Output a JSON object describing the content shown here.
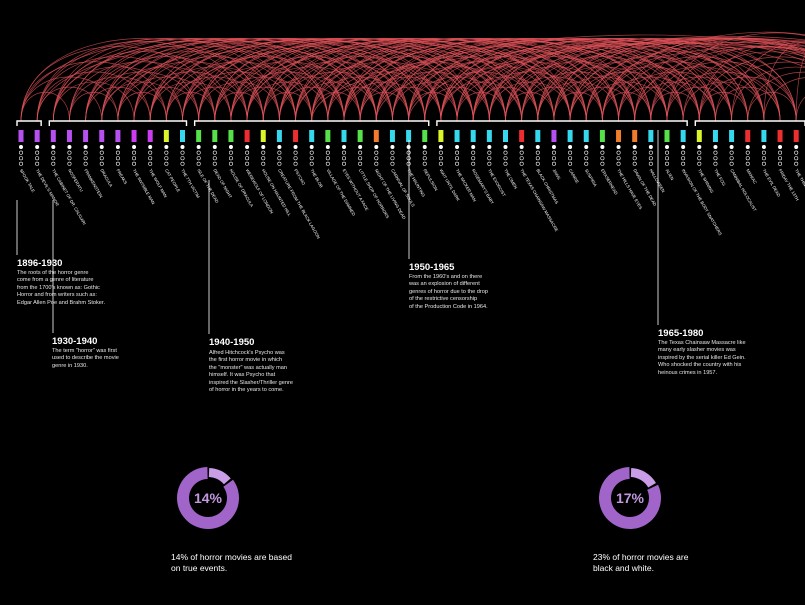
{
  "colors": {
    "background": "#000000",
    "arc": "#e0535a",
    "bracket": "#ffffff",
    "donut_main": "#a164c8",
    "donut_slice": "#c99ee6",
    "donut_text": "#c299e0"
  },
  "palette": [
    "#b84ff0",
    "#ffffff",
    "#dcf528",
    "#36d8ee",
    "#56e04a",
    "#ee2d33",
    "#f07c2c",
    "#cc3cf0"
  ],
  "timeline": {
    "movies": [
      {
        "title": "SPOOK TALE",
        "color": 0
      },
      {
        "title": "THE DEVIL'S MANOR",
        "color": 0
      },
      {
        "title": "THE CABINET OF DR. CALIGARI",
        "color": 0
      },
      {
        "title": "NOSFERATU",
        "color": 0
      },
      {
        "title": "FRANKENSTEIN",
        "color": 0
      },
      {
        "title": "DRACULA",
        "color": 0
      },
      {
        "title": "FREAKS",
        "color": 0
      },
      {
        "title": "THE INVISIBLE MAN",
        "color": 7
      },
      {
        "title": "THE WOLF MAN",
        "color": 7
      },
      {
        "title": "CAT PEOPLE",
        "color": 2
      },
      {
        "title": "THE 7TH VICTIM",
        "color": 3
      },
      {
        "title": "ISLE OF THE DEAD",
        "color": 4
      },
      {
        "title": "DEAD OF NIGHT",
        "color": 4
      },
      {
        "title": "HOUSE OF DRACULA",
        "color": 4
      },
      {
        "title": "WEREWOLF OF LONDON",
        "color": 5
      },
      {
        "title": "HOUSE ON HAUNTED HILL",
        "color": 2
      },
      {
        "title": "CREATURE FROM THE BLACK LAGOON",
        "color": 3
      },
      {
        "title": "PSYCHO",
        "color": 5
      },
      {
        "title": "THE BLOB",
        "color": 3
      },
      {
        "title": "VILLAGE OF THE DAMNED",
        "color": 4
      },
      {
        "title": "EYES WITHOUT A FACE",
        "color": 3
      },
      {
        "title": "LITTLE SHOP OF HORRORS",
        "color": 4
      },
      {
        "title": "NIGHT OF THE LIVING DEAD",
        "color": 6
      },
      {
        "title": "CARNIVAL OF SOULS",
        "color": 3
      },
      {
        "title": "THE HAUNTING",
        "color": 3
      },
      {
        "title": "REPULSION",
        "color": 4
      },
      {
        "title": "WAIT UNTIL DARK",
        "color": 2
      },
      {
        "title": "THE WICKER MAN",
        "color": 3
      },
      {
        "title": "ROSEMARY'S BABY",
        "color": 3
      },
      {
        "title": "THE EXORCIST",
        "color": 3
      },
      {
        "title": "THE OMEN",
        "color": 3
      },
      {
        "title": "THE TEXAS CHAINSAW MASSACRE",
        "color": 5
      },
      {
        "title": "BLACK CHRISTMAS",
        "color": 3
      },
      {
        "title": "JAWS",
        "color": 0
      },
      {
        "title": "CARRIE",
        "color": 3
      },
      {
        "title": "SUSPIRIA",
        "color": 3
      },
      {
        "title": "ERASERHEAD",
        "color": 4
      },
      {
        "title": "THE HILLS HAVE EYES",
        "color": 6
      },
      {
        "title": "DAWN OF THE DEAD",
        "color": 6
      },
      {
        "title": "HALLOWEEN",
        "color": 3
      },
      {
        "title": "ALIEN",
        "color": 4
      },
      {
        "title": "INVASION OF THE BODY SNATCHERS",
        "color": 3
      },
      {
        "title": "THE SHINING",
        "color": 2
      },
      {
        "title": "THE FOG",
        "color": 3
      },
      {
        "title": "CANNIBAL HOLOCAUST",
        "color": 3
      },
      {
        "title": "MANIAC",
        "color": 5
      },
      {
        "title": "THE EVIL DEAD",
        "color": 3
      },
      {
        "title": "FRIDAY THE 13TH",
        "color": 5
      },
      {
        "title": "THE THING",
        "color": 5
      },
      {
        "title": "AN AMERICAN WEREWOLF IN LONDON",
        "color": 3
      },
      {
        "title": "VIDEODROME",
        "color": 7
      },
      {
        "title": "POLTERGEIST",
        "color": 4
      }
    ],
    "eras": [
      {
        "range": "1896-1930",
        "text": "The roots of the horror genre\ncome from a genre of literature\nfrom the 1700's known as: Gothic\nHorror and from writers such as:\nEdgar Allen Poe and Brahm Stoker."
      },
      {
        "range": "1930-1940",
        "text": "The term \"horror\" was first\nused to describe the movie\ngenre in 1930."
      },
      {
        "range": "1940-1950",
        "text": "Alfred Hitchcock's Psycho was\nthe first horror movie in which\nthe \"monster\" was actually man\nhimself. It was Psycho that\ninspired the Slasher/Thriller genre\nof horror in the years to come."
      },
      {
        "range": "1950-1965",
        "text": "From the 1960's and on there\nwas an explosion of different\ngenres of horror due to the drop\nof the restrictive censorship\nof the Production Code in 1964."
      },
      {
        "range": "1965-1980",
        "text": "The Texas Chainsaw Massacre like\nmany early slasher movies was\ninspired by the serial killer Ed Gein.\nWho shocked the country with his\nheinous crimes in 1957."
      }
    ]
  },
  "stats": [
    {
      "percent": 14,
      "percent_label": "14%",
      "caption": "14% of horror movies are based\n on true events."
    },
    {
      "percent": 17,
      "percent_label": "17%",
      "caption": "23% of horror movies are\nblack and white."
    }
  ]
}
